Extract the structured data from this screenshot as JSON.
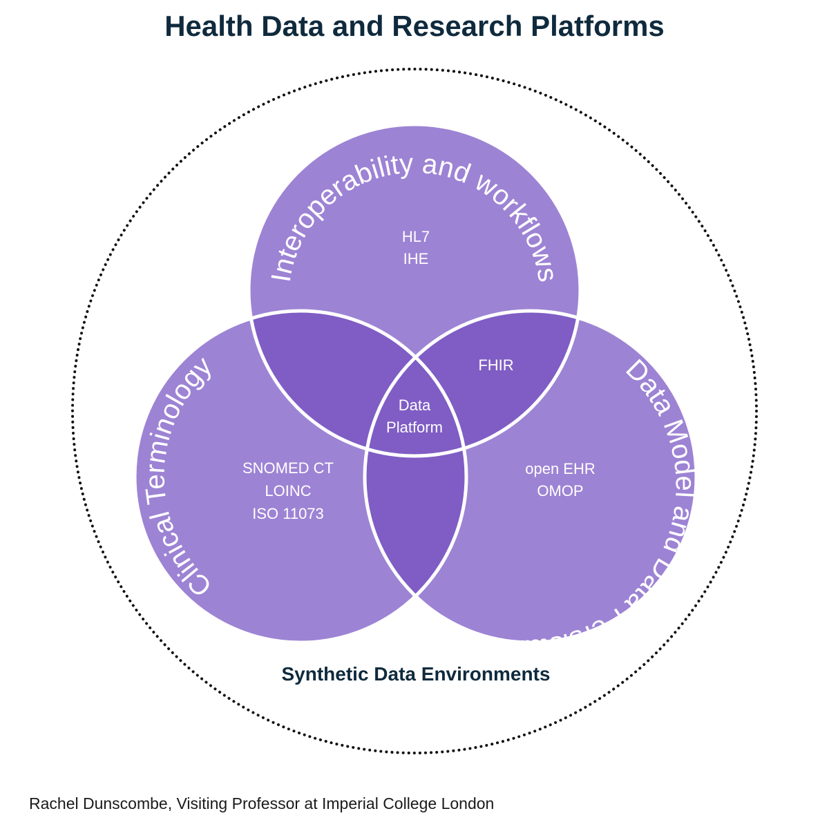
{
  "title": "Health Data and Research Platforms",
  "outer_circle_label": "Synthetic Data Environments",
  "circles": {
    "top": {
      "name": "Interoperability and workflows",
      "items": [
        "HL7",
        "IHE"
      ]
    },
    "left": {
      "name": "Clinical Terminology",
      "items": [
        "SNOMED CT",
        "LOINC",
        "ISO 11073"
      ]
    },
    "right": {
      "name": "Data Model and Data Persistance",
      "items": [
        "open EHR",
        "OMOP"
      ]
    }
  },
  "overlaps": {
    "top_right": "FHIR",
    "center": [
      "Data",
      "Platform"
    ]
  },
  "credit": "Rachel Dunscombe, Visiting Professor at Imperial College London",
  "colors": {
    "circle_fill": "#9d83d4",
    "overlap_fill": "#7f5dc4",
    "circle_stroke": "#ffffff",
    "title_text": "#0f2a3d",
    "dotted_border": "#111111"
  }
}
